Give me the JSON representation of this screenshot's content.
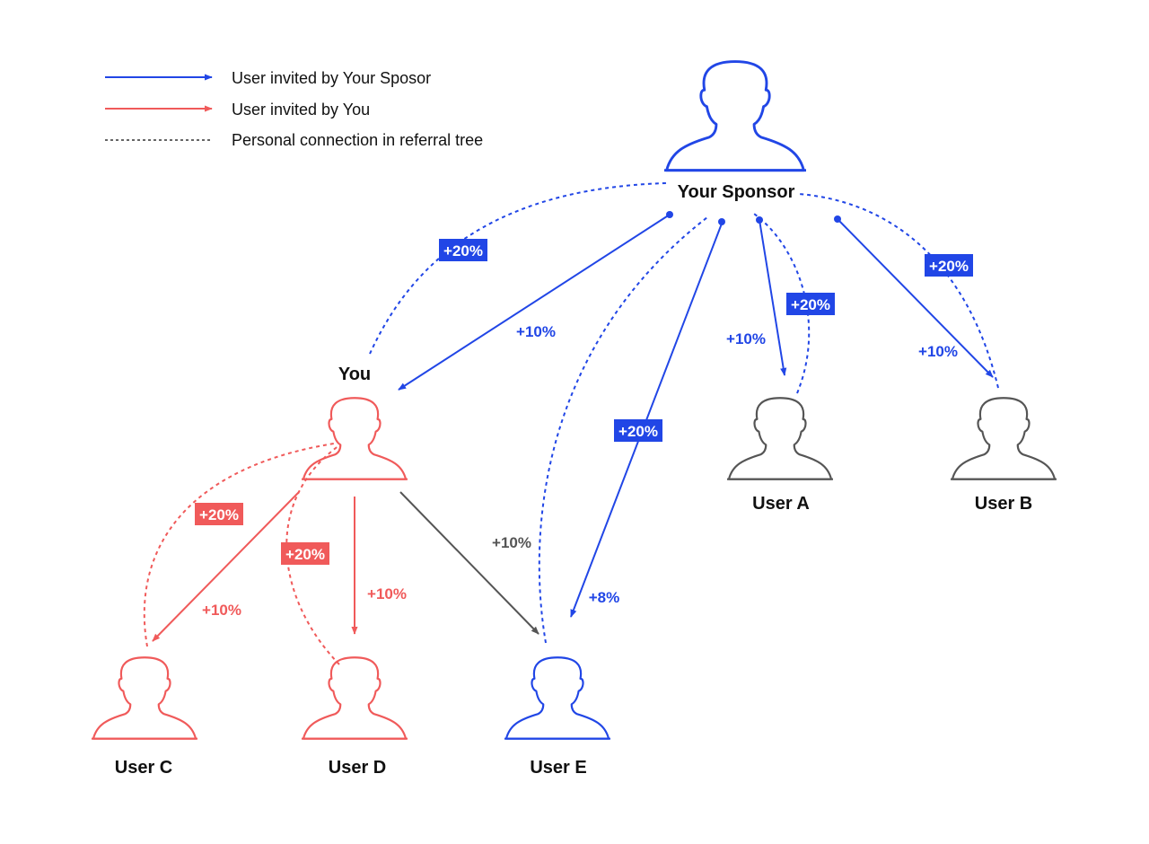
{
  "colors": {
    "blue": "#2146e6",
    "red": "#f05a5a",
    "gray": "#555555",
    "text": "#111111"
  },
  "legend": {
    "sponsor_invite": "User invited by Your Sposor",
    "you_invite": "User invited by You",
    "personal_connection": "Personal connection in referral tree"
  },
  "nodes": {
    "sponsor": "Your Sponsor",
    "you": "You",
    "user_a": "User A",
    "user_b": "User B",
    "user_c": "User C",
    "user_d": "User D",
    "user_e": "User E"
  },
  "percentages": {
    "sponsor_you_badge": "+20%",
    "sponsor_you": "+10%",
    "sponsor_e_badge": "+20%",
    "sponsor_e": "+8%",
    "sponsor_a_badge": "+20%",
    "sponsor_a": "+10%",
    "sponsor_b_badge": "+20%",
    "sponsor_b": "+10%",
    "you_c_badge": "+20%",
    "you_c": "+10%",
    "you_d_badge": "+20%",
    "you_d": "+10%",
    "you_e": "+10%"
  }
}
